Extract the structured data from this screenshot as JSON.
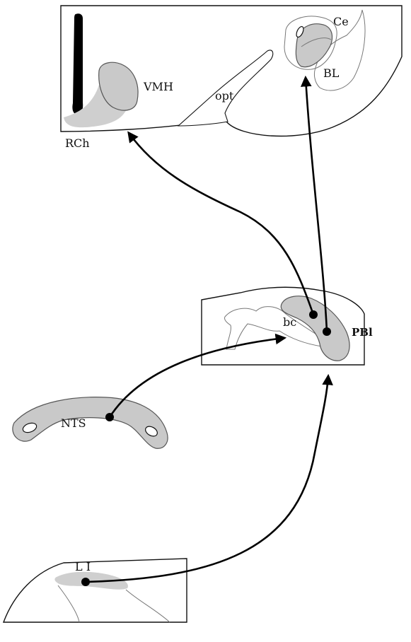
{
  "diagram": {
    "labels": {
      "vmh": "VMH",
      "opt": "opt",
      "rch": "RCh",
      "ce": "Ce",
      "bl": "BL",
      "bc": "bc",
      "pbl": "PBl",
      "nts": "NTS",
      "li": "L I"
    },
    "colors": {
      "nucleus_fill": "#c9c9c9",
      "outline": "#111111",
      "pathway": "#000000",
      "ventricle": "#000000"
    }
  }
}
